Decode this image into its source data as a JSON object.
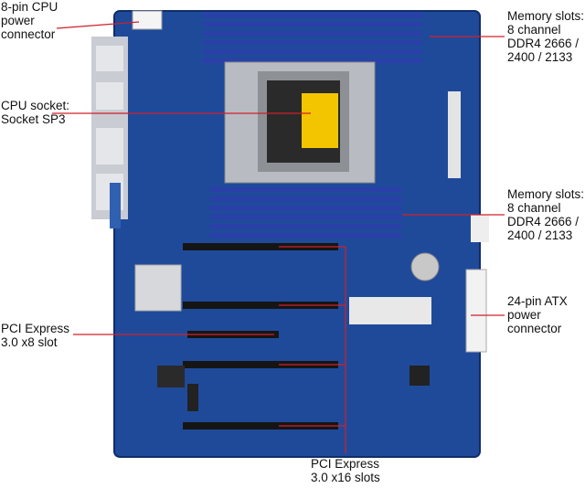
{
  "callouts": {
    "cpu_power": {
      "lines": [
        "8-pin CPU",
        "power",
        "connector"
      ]
    },
    "cpu_socket": {
      "lines": [
        "CPU socket:",
        "Socket SP3"
      ]
    },
    "pcie_x8": {
      "lines": [
        "PCI Express",
        "3.0 x8 slot"
      ]
    },
    "pcie_x16": {
      "lines": [
        "PCI Express",
        "3.0 x16 slots"
      ]
    },
    "memory_top": {
      "lines": [
        "Memory slots:",
        "8 channel",
        "DDR4  2666 /",
        "2400 / 2133"
      ]
    },
    "memory_bottom": {
      "lines": [
        "Memory slots:",
        "8 channel",
        "DDR4  2666 /",
        "2400 / 2133"
      ]
    },
    "atx_power": {
      "lines": [
        "24-pin ATX",
        "power",
        "connector"
      ]
    }
  },
  "colors": {
    "pcb": "#1f4a9a",
    "callout_line": "#d0202a",
    "dimm": "#2a3fa8"
  }
}
